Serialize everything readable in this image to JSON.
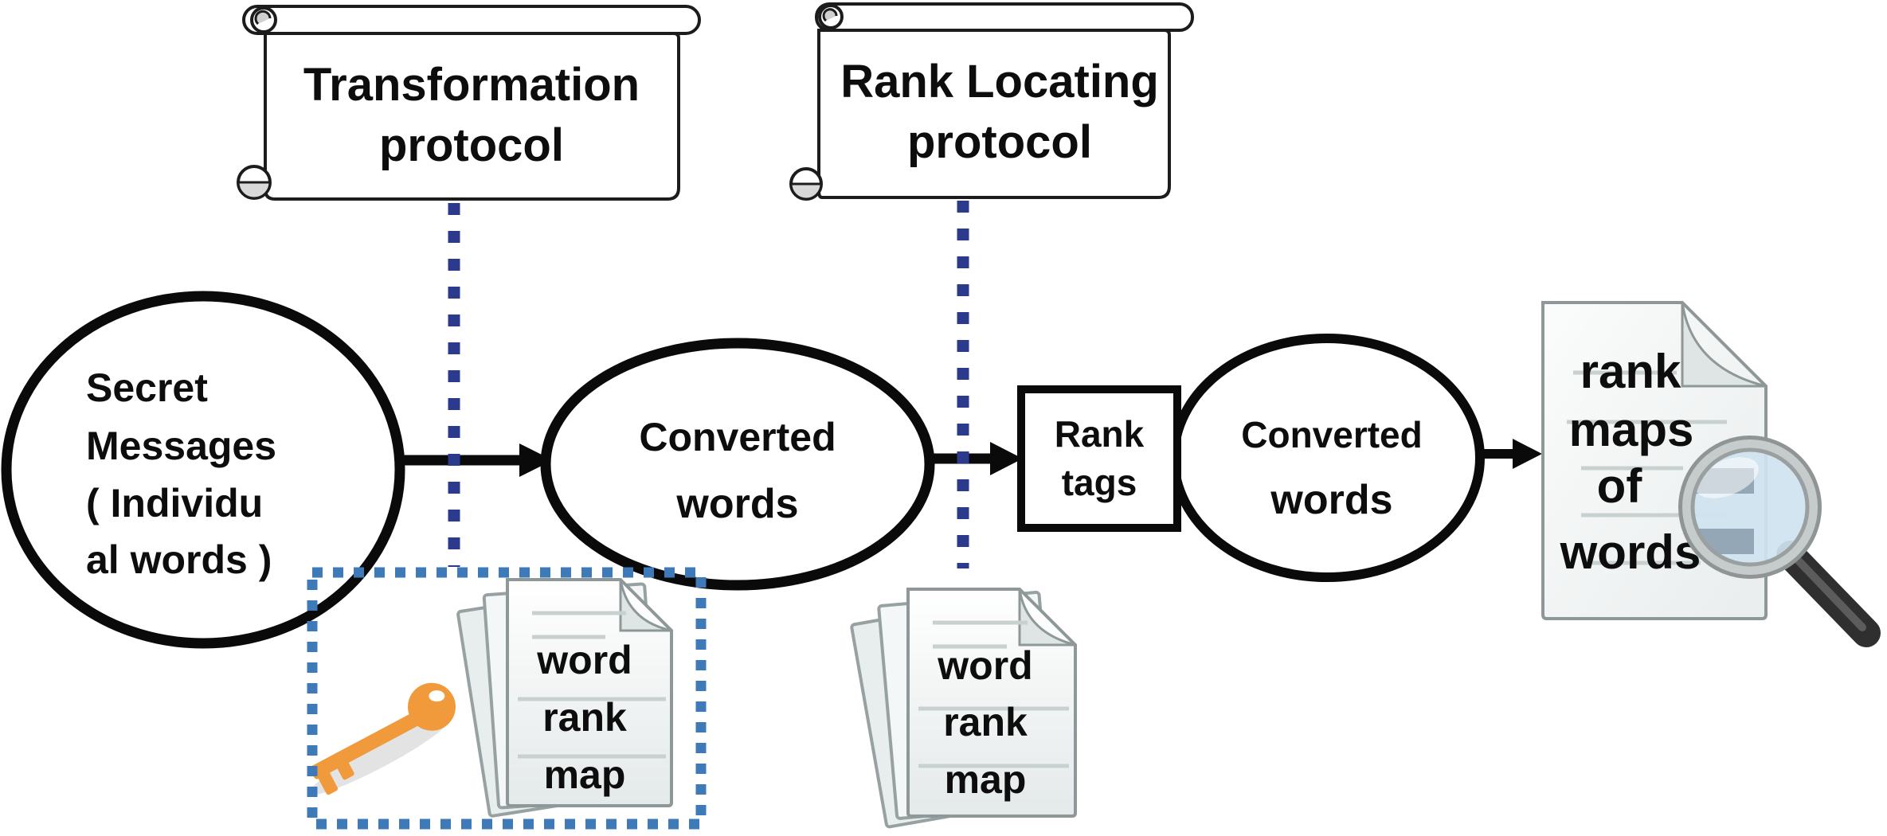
{
  "diagram": {
    "protocol_scrolls": [
      {
        "id": "transformation",
        "lines": [
          "Transformation",
          "protocol"
        ]
      },
      {
        "id": "rank_locating",
        "lines": [
          "Rank Locating",
          "protocol"
        ]
      }
    ],
    "nodes": {
      "secret_messages": {
        "shape": "ellipse",
        "lines": [
          "Secret",
          "Messages",
          "( Individu",
          "al words )"
        ]
      },
      "converted_words_1": {
        "shape": "ellipse",
        "lines": [
          "Converted",
          "words"
        ]
      },
      "rank_tags": {
        "shape": "rect",
        "lines": [
          "Rank",
          "tags"
        ]
      },
      "converted_words_2": {
        "shape": "ellipse",
        "lines": [
          "Converted",
          "words"
        ]
      }
    },
    "documents": {
      "word_rank_map_1": {
        "lines": [
          "word",
          "rank",
          "map"
        ]
      },
      "word_rank_map_2": {
        "lines": [
          "word",
          "rank",
          "map"
        ]
      },
      "rank_maps_of_words": {
        "lines": [
          "rank",
          "maps",
          "of",
          "words"
        ]
      }
    },
    "icons": {
      "key": "key-icon",
      "magnifier": "magnifier-icon",
      "document_stack": "document-stack-icon"
    },
    "colors": {
      "outline": "#0d0d0d",
      "navy_dotted": "#2b3a8c",
      "blue_dashed": "#3e7ab8",
      "key_orange": "#f09a3c",
      "page_border": "#8e9898"
    }
  }
}
